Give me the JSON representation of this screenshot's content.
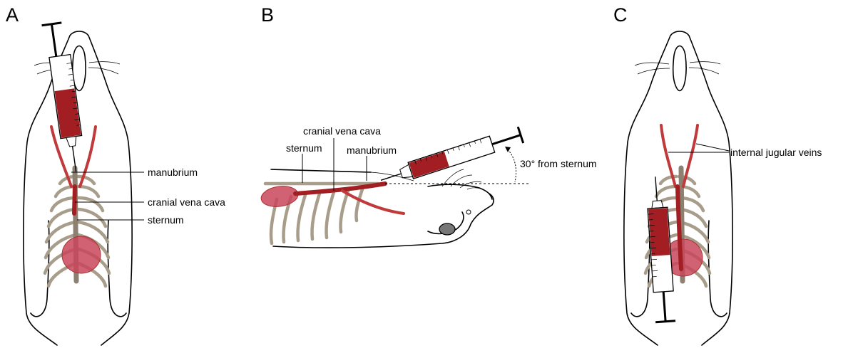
{
  "panels": {
    "a": {
      "letter": "A",
      "labels": {
        "manubrium": "manubrium",
        "vena_cava": "cranial vena cava",
        "sternum": "sternum"
      }
    },
    "b": {
      "letter": "B",
      "labels": {
        "vena_cava": "cranial vena cava",
        "sternum": "sternum",
        "manubrium": "manubrium",
        "angle": "30° from sternum"
      }
    },
    "c": {
      "letter": "C",
      "labels": {
        "jugular": "internal jugular veins"
      }
    }
  },
  "colors": {
    "blood": "#a31e22",
    "vein": "#c0393b",
    "heart": "#c8475a",
    "rib": "#a89d8a"
  }
}
